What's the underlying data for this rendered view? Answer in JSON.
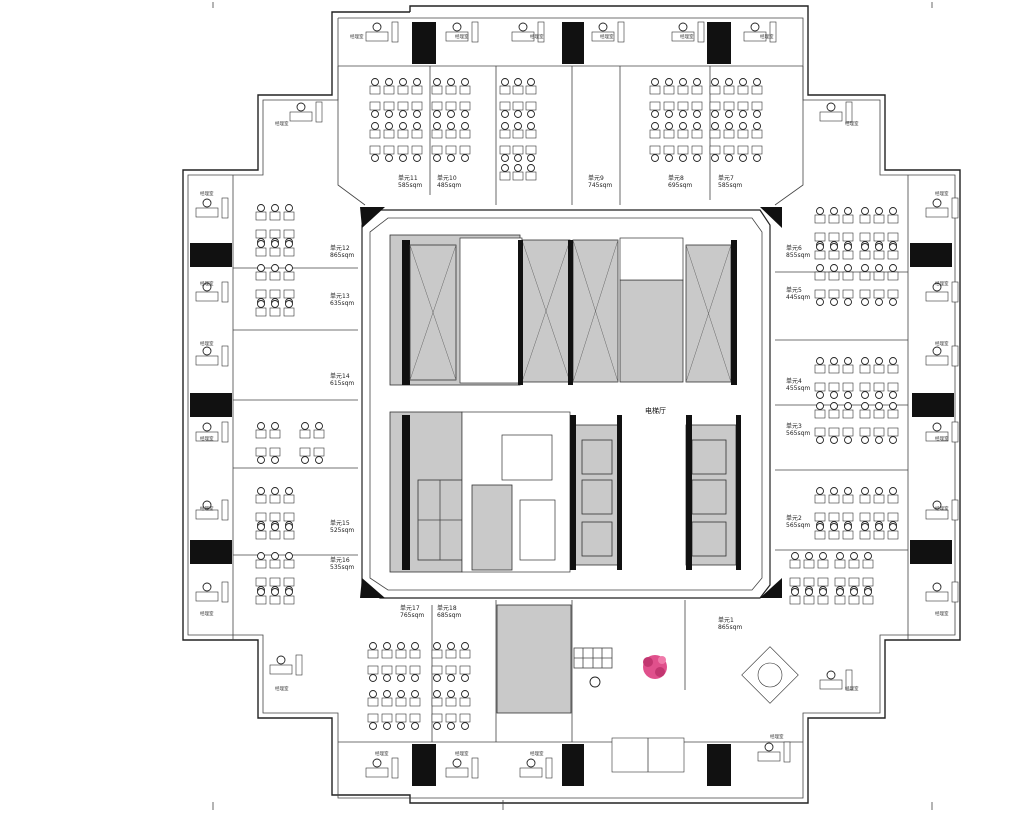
{
  "plan": {
    "lobby_label": "电梯厅",
    "office_label": "经理室",
    "units": [
      {
        "id": "u1",
        "name": "单元1",
        "area": "865sqm"
      },
      {
        "id": "u2",
        "name": "单元2",
        "area": "565sqm"
      },
      {
        "id": "u3",
        "name": "单元3",
        "area": "565sqm"
      },
      {
        "id": "u4",
        "name": "单元4",
        "area": "455sqm"
      },
      {
        "id": "u5",
        "name": "单元5",
        "area": "445sqm"
      },
      {
        "id": "u6",
        "name": "单元6",
        "area": "855sqm"
      },
      {
        "id": "u7",
        "name": "单元7",
        "area": "585sqm"
      },
      {
        "id": "u8",
        "name": "单元8",
        "area": "695sqm"
      },
      {
        "id": "u9",
        "name": "单元9",
        "area": "745sqm"
      },
      {
        "id": "u10",
        "name": "单元10",
        "area": "485sqm"
      },
      {
        "id": "u11",
        "name": "单元11",
        "area": "585sqm"
      },
      {
        "id": "u12",
        "name": "单元12",
        "area": "865sqm"
      },
      {
        "id": "u13",
        "name": "单元13",
        "area": "635sqm"
      },
      {
        "id": "u14",
        "name": "单元14",
        "area": "615sqm"
      },
      {
        "id": "u15",
        "name": "单元15",
        "area": "525sqm"
      },
      {
        "id": "u16",
        "name": "单元16",
        "area": "535sqm"
      },
      {
        "id": "u17",
        "name": "单元17",
        "area": "765sqm"
      },
      {
        "id": "u18",
        "name": "单元18",
        "area": "685sqm"
      }
    ]
  }
}
